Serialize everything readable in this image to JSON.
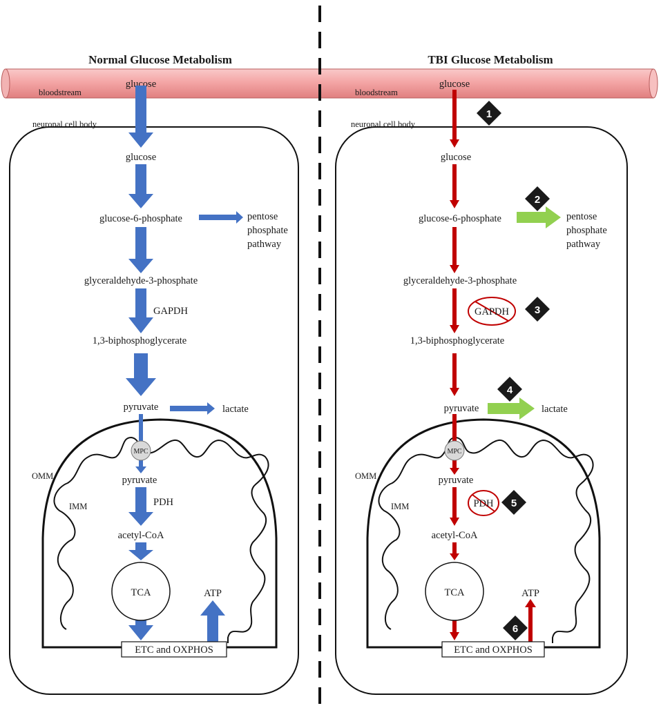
{
  "figure": {
    "colors": {
      "normal_arrow": "#4472c4",
      "tbi_arrow": "#c00000",
      "increased_arrow": "#92d050",
      "vessel": "#f4a6a6",
      "badge": "#1a1a1a",
      "mpc": "#d9d9d9"
    },
    "panels": [
      {
        "id": "normal",
        "title": "Normal Glucose Metabolism",
        "bloodstream": "bloodstream",
        "cell_body": "neuronal cell body",
        "nodes": {
          "glucose_blood": "glucose",
          "glucose_cell": "glucose",
          "g6p": "glucose-6-phosphate",
          "ppp": [
            "pentose",
            "phosphate",
            "pathway"
          ],
          "g3p": "glyceraldehyde-3-phosphate",
          "gapdh": "GAPDH",
          "bpg": "1,3-biphosphoglycerate",
          "pyruvate": "pyruvate",
          "lactate": "lactate",
          "mpc": "MPC",
          "omm": "OMM",
          "imm": "IMM",
          "pyruvate_mito": "pyruvate",
          "pdh": "PDH",
          "acetyl_coa": "acetyl-CoA",
          "tca": "TCA",
          "atp": "ATP",
          "etc": "ETC and OXPHOS"
        }
      },
      {
        "id": "tbi",
        "title": "TBI Glucose Metabolism",
        "bloodstream": "bloodstream",
        "cell_body": "neuronal cell body",
        "nodes": {
          "glucose_blood": "glucose",
          "glucose_cell": "glucose",
          "g6p": "glucose-6-phosphate",
          "ppp": [
            "pentose",
            "phosphate",
            "pathway"
          ],
          "g3p": "glyceraldehyde-3-phosphate",
          "gapdh": "GAPDH",
          "bpg": "1,3-biphosphoglycerate",
          "pyruvate": "pyruvate",
          "lactate": "lactate",
          "mpc": "MPC",
          "omm": "OMM",
          "imm": "IMM",
          "pyruvate_mito": "pyruvate",
          "pdh": "PDH",
          "acetyl_coa": "acetyl-CoA",
          "tca": "TCA",
          "atp": "ATP",
          "etc": "ETC and OXPHOS"
        },
        "badges": [
          "1",
          "2",
          "3",
          "4",
          "5",
          "6"
        ]
      }
    ]
  }
}
